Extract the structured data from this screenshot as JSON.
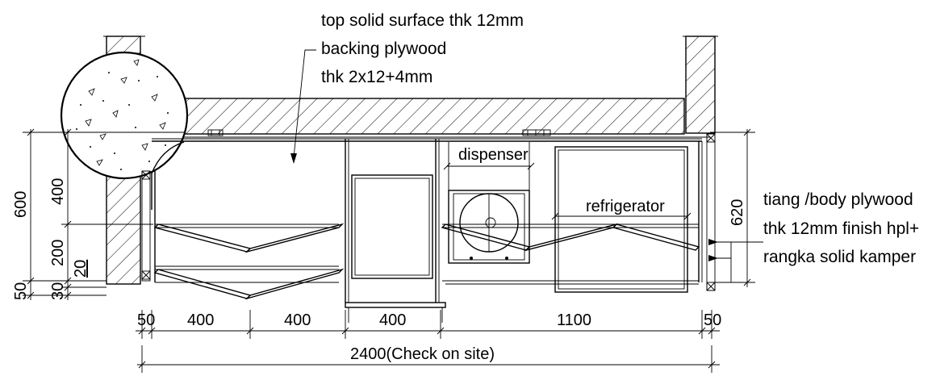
{
  "notes": {
    "top_line1": "top solid surface thk 12mm",
    "top_line2": "backing plywood",
    "top_line3": "thk 2x12+4mm",
    "right_line1": "tiang /body plywood",
    "right_line2": "thk 12mm finish hpl+",
    "right_line3": "rangka solid kamper"
  },
  "labels": {
    "dispenser": "dispenser",
    "refrigerator": "refrigerator"
  },
  "dimensions": {
    "bottom": [
      "50",
      "400",
      "400",
      "400",
      "1100",
      "50"
    ],
    "total": "2400(Check on site)",
    "left_outer": "600",
    "left_400": "400",
    "left_200": "200",
    "left_20": "20",
    "left_50": "50",
    "left_30": "30",
    "right": "620"
  }
}
